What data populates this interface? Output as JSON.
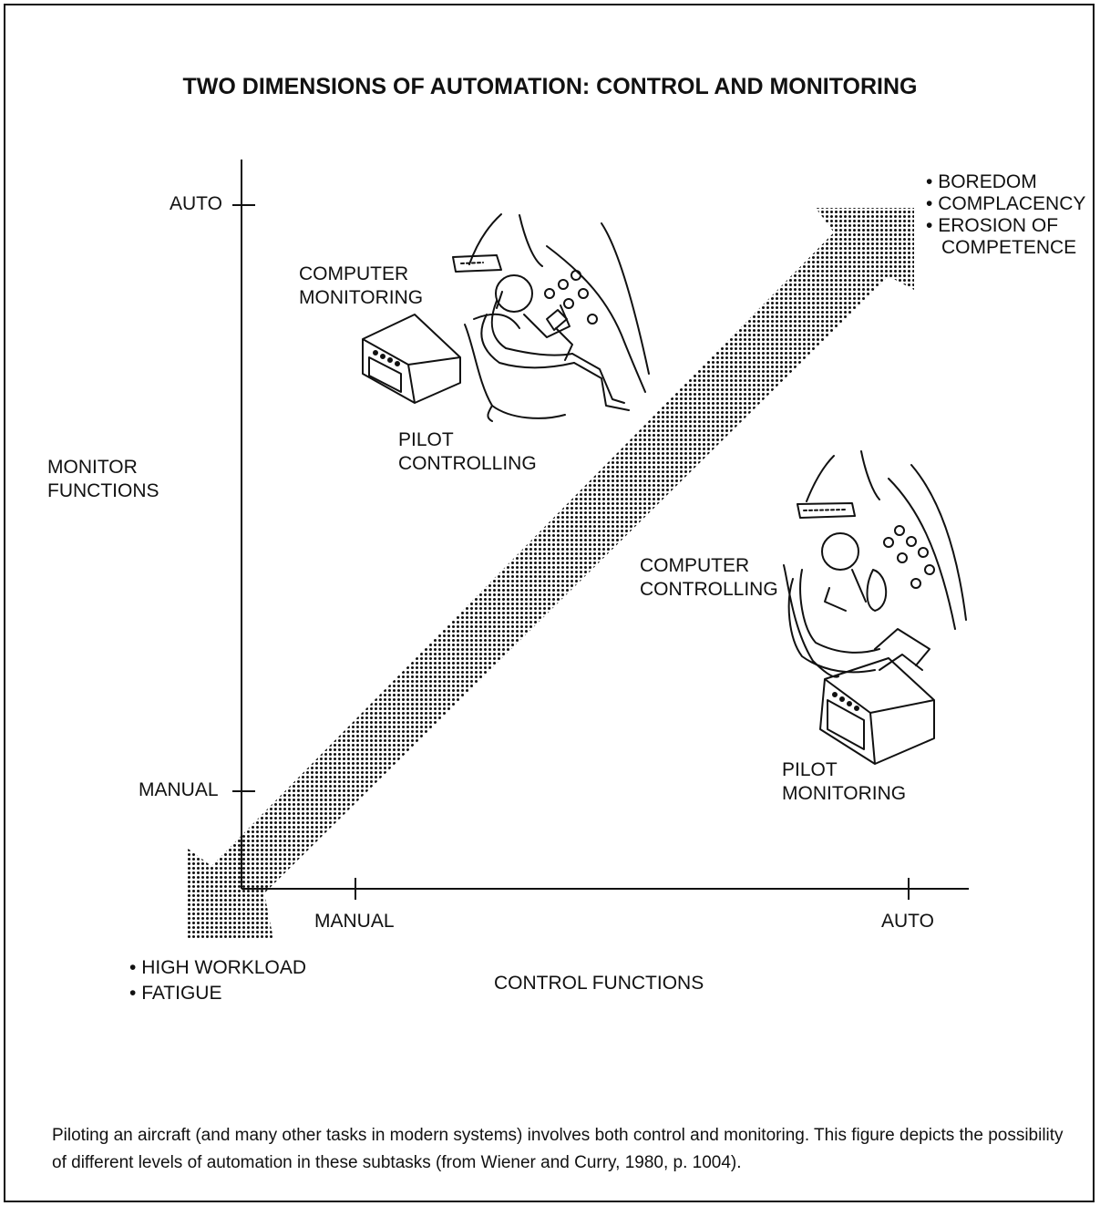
{
  "title": "TWO DIMENSIONS OF AUTOMATION: CONTROL AND MONITORING",
  "y_axis": {
    "label": [
      "MONITOR",
      "FUNCTIONS"
    ],
    "ticks": [
      "AUTO",
      "MANUAL"
    ]
  },
  "x_axis": {
    "label": "CONTROL FUNCTIONS",
    "ticks": [
      "MANUAL",
      "AUTO"
    ]
  },
  "upper_figure": {
    "label_computer": [
      "COMPUTER",
      "MONITORING"
    ],
    "label_pilot": [
      "PILOT",
      "CONTROLLING"
    ],
    "icons": [
      "pilot-in-cockpit-icon",
      "computer-box-icon"
    ]
  },
  "lower_figure": {
    "label_computer": [
      "COMPUTER",
      "CONTROLLING"
    ],
    "label_pilot": [
      "PILOT",
      "MONITORING"
    ],
    "icons": [
      "pilot-in-cockpit-icon",
      "computer-box-icon"
    ]
  },
  "high_end_effects": [
    "BOREDOM",
    "COMPLACENCY",
    "EROSION OF",
    "COMPETENCE"
  ],
  "low_end_effects": [
    "HIGH WORKLOAD",
    "FATIGUE"
  ],
  "caption": "Piloting an aircraft (and many other tasks in modern systems) involves both control and monitoring. This figure depicts the possibility of different levels of automation in these subtasks (from Wiener and Curry, 1980, p. 1004).",
  "colors": {
    "ink": "#111111",
    "background": "#ffffff"
  }
}
